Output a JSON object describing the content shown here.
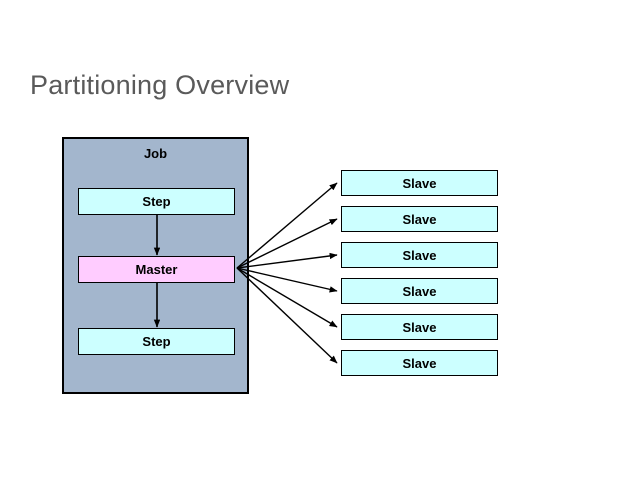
{
  "slide": {
    "title": "Partitioning Overview",
    "background_color": "#ffffff",
    "title_color": "#5a5a5a"
  },
  "diagram": {
    "type": "flow-diagram",
    "job_container": {
      "label": "Job",
      "fill_color": "#a3b6cd",
      "border_color": "#000000",
      "children": [
        {
          "id": "step-top",
          "label": "Step",
          "fill_color": "#ccffff"
        },
        {
          "id": "master",
          "label": "Master",
          "fill_color": "#ffccff"
        },
        {
          "id": "step-bot",
          "label": "Step",
          "fill_color": "#ccffff"
        }
      ]
    },
    "slaves": {
      "fill_color": "#ccffff",
      "border_color": "#000000",
      "items": [
        {
          "label": "Slave"
        },
        {
          "label": "Slave"
        },
        {
          "label": "Slave"
        },
        {
          "label": "Slave"
        },
        {
          "label": "Slave"
        },
        {
          "label": "Slave"
        }
      ]
    },
    "connectors": {
      "vertical": [
        {
          "from": "step-top",
          "to": "master"
        },
        {
          "from": "master",
          "to": "step-bot"
        }
      ],
      "fan_out": {
        "from": "master",
        "to": [
          "slave-1",
          "slave-2",
          "slave-3",
          "slave-4",
          "slave-5",
          "slave-6"
        ],
        "count": 6
      }
    }
  }
}
